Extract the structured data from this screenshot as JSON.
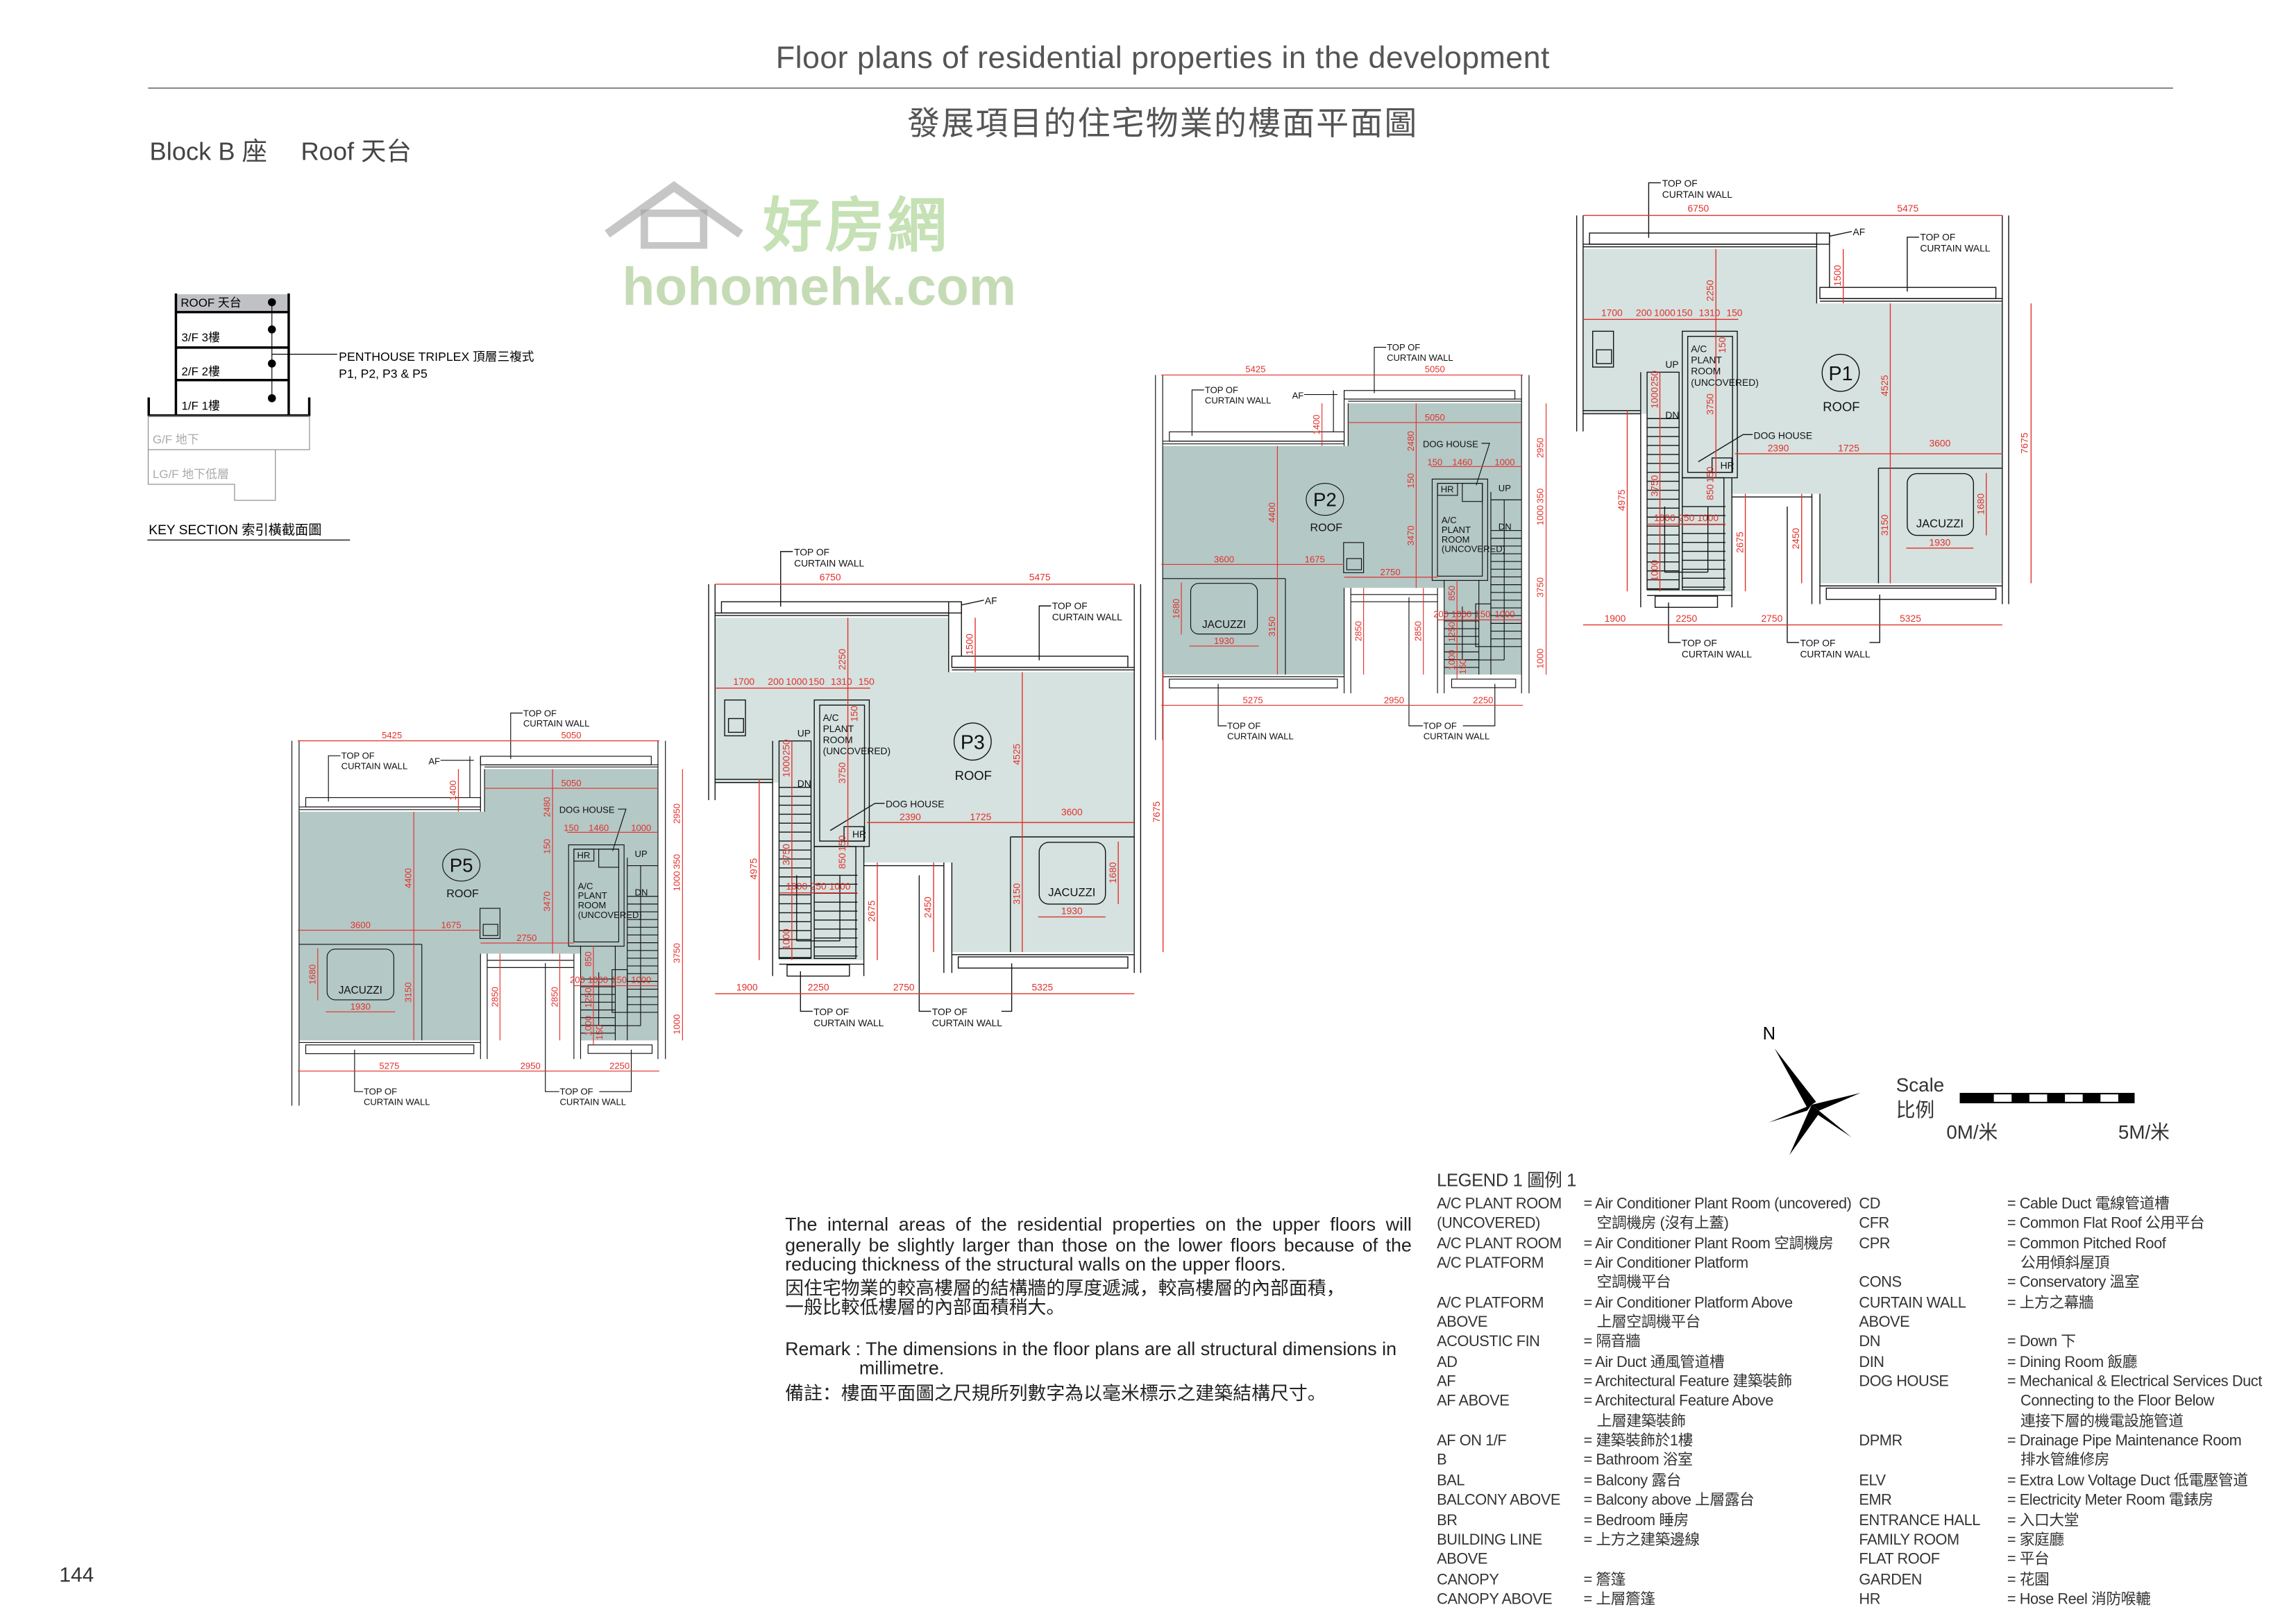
{
  "header": {
    "title": "Floor plans of residential properties in the development",
    "title_zh": "發展項目的住宅物業的樓面平面圖",
    "block": "Block B 座",
    "floor": "Roof 天台"
  },
  "key_section": {
    "floors": [
      "ROOF 天台",
      "3/F 3樓",
      "2/F 2樓",
      "1/F 1樓"
    ],
    "lower_floors": [
      "G/F 地下",
      "LG/F 地下低層"
    ],
    "note_line1": "PENTHOUSE TRIPLEX 頂層三複式",
    "note_line2": "P1, P2, P3 & P5",
    "title": "KEY SECTION 索引橫截面圖",
    "highlight_color": "#bfc1c4"
  },
  "plan_labels": {
    "top_of": "TOP OF",
    "curtain_wall": "CURTAIN WALL",
    "af": "AF",
    "up": "UP",
    "dn": "DN",
    "ac_room": [
      "A/C",
      "PLANT",
      "ROOM",
      "(UNCOVERED)"
    ],
    "dog_house": "DOG HOUSE",
    "hr": "HR",
    "jacuzzi": "JACUZZI",
    "dim_color": "#e2302b"
  },
  "plans": [
    {
      "unit": "P1",
      "area": "ROOF",
      "type": "A",
      "fill": "#d5e2e0",
      "dims": [
        "6750",
        "5475",
        "1900",
        "2250",
        "2750",
        "5325",
        "7675",
        "1700",
        "200",
        "1000",
        "150",
        "1310",
        "150",
        "2250",
        "150",
        "3750",
        "4525",
        "3150",
        "4975",
        "2675",
        "2450",
        "1500",
        "1680",
        "1930",
        "2390",
        "1725",
        "3600",
        "250",
        "1000",
        "3750",
        "1000",
        "850",
        "150",
        "1000",
        "250",
        "1000"
      ]
    },
    {
      "unit": "P2",
      "area": "ROOF",
      "type": "B",
      "fill": "#b4c8c6",
      "dims": [
        "5425",
        "5050",
        "5050",
        "5275",
        "2950",
        "2250",
        "2950",
        "350",
        "1000",
        "3750",
        "1000",
        "4400",
        "3150",
        "2480",
        "150",
        "3470",
        "3600",
        "1675",
        "2750",
        "150",
        "1460",
        "1000",
        "1680",
        "1930",
        "1400",
        "2850",
        "2850",
        "850",
        "1250",
        "1000",
        "150",
        "200",
        "1000",
        "250",
        "1000"
      ]
    },
    {
      "unit": "P3",
      "area": "ROOF",
      "type": "A",
      "fill": "#d5e2e0",
      "dims": [
        "6750",
        "5475",
        "1900",
        "2250",
        "2750",
        "5325",
        "7675",
        "1700",
        "200",
        "1000",
        "150",
        "1310",
        "150",
        "2250",
        "150",
        "3750",
        "4525",
        "3150",
        "4975",
        "2675",
        "2450",
        "1500",
        "1680",
        "1930",
        "2390",
        "1725",
        "3600",
        "250",
        "1000",
        "3750",
        "1000",
        "850",
        "150",
        "1000",
        "250",
        "1000"
      ]
    },
    {
      "unit": "P5",
      "area": "ROOF",
      "type": "B",
      "fill": "#b4c8c6",
      "dims": [
        "5425",
        "5050",
        "5050",
        "5275",
        "2950",
        "2250",
        "2950",
        "350",
        "1000",
        "3750",
        "1000",
        "4400",
        "3150",
        "2480",
        "150",
        "3470",
        "3600",
        "1675",
        "2750",
        "150",
        "1460",
        "1000",
        "1680",
        "1930",
        "1400",
        "2850",
        "2850",
        "850",
        "1250",
        "1000",
        "150",
        "200",
        "1000",
        "250",
        "1000"
      ]
    }
  ],
  "watermark": {
    "zh": "好房網",
    "en": "hohomehk.com"
  },
  "north": {
    "label": "N",
    "icon": "north-arrow-icon"
  },
  "scale": {
    "label": "Scale",
    "label_zh": "比例",
    "start": "0M/米",
    "end": "5M/米"
  },
  "remarks": {
    "en_lines": [
      "The internal areas of the residential properties on the upper floors will",
      "generally be slightly larger than those on the lower floors because of the",
      "reducing thickness of the structural walls on the upper floors."
    ],
    "zh_lines": [
      "因住宅物業的較高樓層的結構牆的厚度遞減，較高樓層的內部面積，",
      "一般比較低樓層的內部面積稍大。"
    ],
    "remark_line1": "Remark : The dimensions in the floor plans are all structural dimensions in",
    "remark_line2": "millimetre.",
    "remark_zh": "備註：樓面平面圖之尺規所列數字為以毫米標示之建築結構尺寸。"
  },
  "legend": {
    "title": "LEGEND 1   圖例 1",
    "col1": [
      {
        "abbr": [
          "A/C PLANT ROOM",
          "(UNCOVERED)"
        ],
        "def": [
          "= Air Conditioner Plant Room (uncovered)",
          "空調機房 (沒有上蓋)"
        ]
      },
      {
        "abbr": [
          "A/C PLANT ROOM"
        ],
        "def": [
          "= Air Conditioner Plant Room 空調機房"
        ]
      },
      {
        "abbr": [
          "A/C PLATFORM"
        ],
        "def": [
          "= Air Conditioner Platform",
          "空調機平台"
        ]
      },
      {
        "abbr": [
          "A/C PLATFORM ABOVE"
        ],
        "def": [
          "= Air Conditioner Platform Above",
          "上層空調機平台"
        ]
      },
      {
        "abbr": [
          "ACOUSTIC FIN"
        ],
        "def": [
          "= 隔音牆"
        ]
      },
      {
        "abbr": [
          "AD"
        ],
        "def": [
          "= Air Duct 通風管道槽"
        ]
      },
      {
        "abbr": [
          "AF"
        ],
        "def": [
          "= Architectural Feature 建築裝飾"
        ]
      },
      {
        "abbr": [
          "AF ABOVE"
        ],
        "def": [
          "= Architectural Feature Above",
          "上層建築裝飾"
        ]
      },
      {
        "abbr": [
          "AF ON 1/F"
        ],
        "def": [
          "= 建築裝飾於1樓"
        ]
      },
      {
        "abbr": [
          "B"
        ],
        "def": [
          "= Bathroom 浴室"
        ]
      },
      {
        "abbr": [
          "BAL"
        ],
        "def": [
          "= Balcony 露台"
        ]
      },
      {
        "abbr": [
          "BALCONY ABOVE"
        ],
        "def": [
          "= Balcony above 上層露台"
        ]
      },
      {
        "abbr": [
          "BR"
        ],
        "def": [
          "= Bedroom 睡房"
        ]
      },
      {
        "abbr": [
          "BUILDING LINE ABOVE"
        ],
        "def": [
          "= 上方之建築邊線"
        ]
      },
      {
        "abbr": [
          "CANOPY"
        ],
        "def": [
          "= 簷篷"
        ]
      },
      {
        "abbr": [
          "CANOPY ABOVE"
        ],
        "def": [
          "= 上層簷篷"
        ]
      }
    ],
    "col2": [
      {
        "abbr": [
          "CD"
        ],
        "def": [
          "= Cable Duct 電線管道槽"
        ]
      },
      {
        "abbr": [
          "CFR"
        ],
        "def": [
          "= Common Flat Roof 公用平台"
        ]
      },
      {
        "abbr": [
          "CPR"
        ],
        "def": [
          "= Common Pitched Roof",
          "公用傾斜屋頂"
        ]
      },
      {
        "abbr": [
          "CONS"
        ],
        "def": [
          "= Conservatory 溫室"
        ]
      },
      {
        "abbr": [
          "CURTAIN WALL ABOVE"
        ],
        "def": [
          "= 上方之幕牆"
        ]
      },
      {
        "abbr": [
          "DN"
        ],
        "def": [
          "= Down 下"
        ]
      },
      {
        "abbr": [
          "DIN"
        ],
        "def": [
          "= Dining Room 飯廳"
        ]
      },
      {
        "abbr": [
          "DOG HOUSE"
        ],
        "def": [
          "= Mechanical & Electrical Services Duct",
          "Connecting to the Floor Below",
          "連接下層的機電設施管道"
        ]
      },
      {
        "abbr": [
          "DPMR"
        ],
        "def": [
          "= Drainage Pipe Maintenance Room",
          "排水管維修房"
        ]
      },
      {
        "abbr": [
          "ELV"
        ],
        "def": [
          "= Extra Low Voltage Duct 低電壓管道"
        ]
      },
      {
        "abbr": [
          "EMR"
        ],
        "def": [
          "= Electricity Meter Room 電錶房"
        ]
      },
      {
        "abbr": [
          "ENTRANCE HALL"
        ],
        "def": [
          "= 入口大堂"
        ]
      },
      {
        "abbr": [
          "FAMILY ROOM"
        ],
        "def": [
          "= 家庭廳"
        ]
      },
      {
        "abbr": [
          "FLAT ROOF"
        ],
        "def": [
          "= 平台"
        ]
      },
      {
        "abbr": [
          "GARDEN"
        ],
        "def": [
          "= 花園"
        ]
      },
      {
        "abbr": [
          "HR"
        ],
        "def": [
          "= Hose Reel 消防喉轆"
        ]
      }
    ]
  },
  "page_number": "144"
}
